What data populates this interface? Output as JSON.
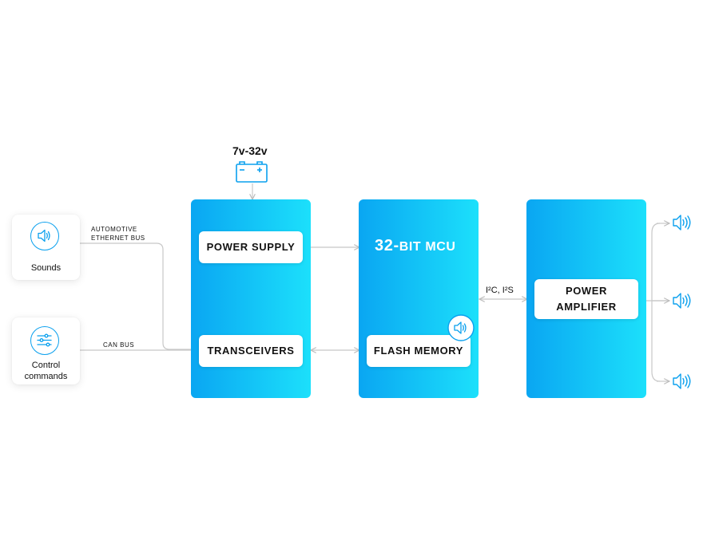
{
  "inputs": {
    "sounds": {
      "label": "Sounds",
      "icon": "speaker-icon"
    },
    "control": {
      "label_line1": "Control",
      "label_line2": "commands",
      "icon": "sliders-icon"
    }
  },
  "bus_labels": {
    "ethernet_line1": "AUTOMOTIVE",
    "ethernet_line2": "ETHERNET BUS",
    "can": "CAN BUS"
  },
  "power_source": {
    "voltage": "7v-32v",
    "icon": "battery-icon"
  },
  "blocks": {
    "left": {
      "power_supply": "POWER SUPPLY",
      "transceivers": "TRANSCEIVERS"
    },
    "mcu": {
      "title_number": "32-",
      "title_text": "BIT MCU",
      "flash_memory": "FLASH MEMORY",
      "badge_icon": "speaker-icon"
    },
    "amp": {
      "line1": "POWER",
      "line2": "AMPLIFIER"
    }
  },
  "link_label": "I²C, I²S",
  "outputs": {
    "count": 3,
    "icon": "speaker-icon"
  },
  "colors": {
    "gradient_start": "#0aa6f2",
    "gradient_end": "#1ce0fb",
    "icon_blue": "#0aa0ee",
    "wire_gray": "#c8c8c8"
  }
}
